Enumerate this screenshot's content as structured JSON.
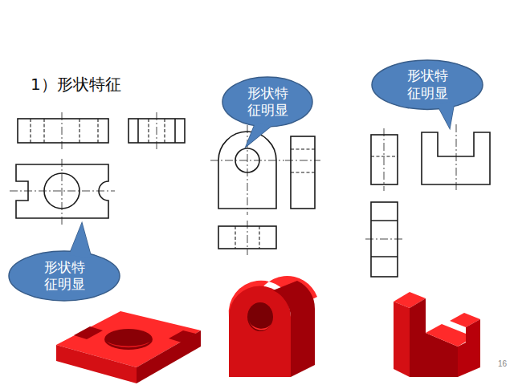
{
  "diagram": {
    "title": "1）形状特征",
    "nodes": [
      {
        "text": [
          "形状特 征明显"
        ]
      },
      {
        "text": [
          "形状特 征明显"
        ]
      },
      {
        "text": [
          "形状特 征明显"
        ]
      }
    ],
    "labels": [
      "16"
    ]
  }
}
